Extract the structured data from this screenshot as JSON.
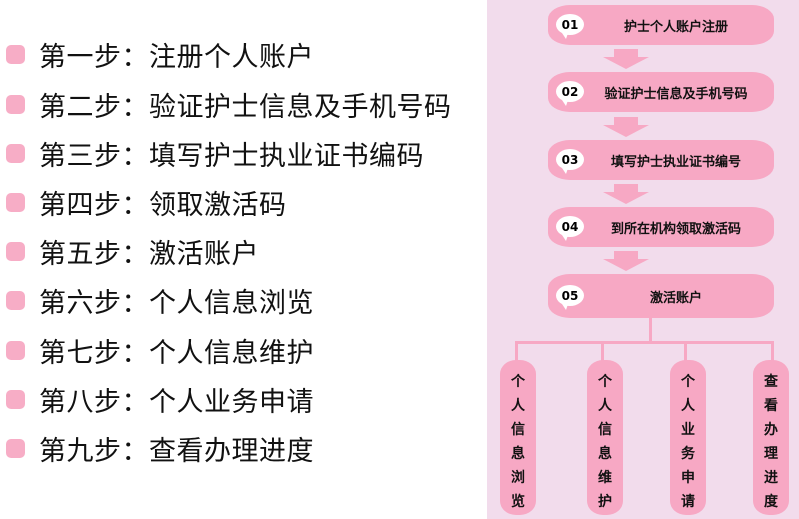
{
  "steps": [
    {
      "label": "第一步：注册个人账户"
    },
    {
      "label": "第二步：验证护士信息及手机号码"
    },
    {
      "label": "第三步：填写护士执业证书编码"
    },
    {
      "label": "第四步：领取激活码"
    },
    {
      "label": "第五步：激活账户"
    },
    {
      "label": "第六步：个人信息浏览"
    },
    {
      "label": "第七步：个人信息维护"
    },
    {
      "label": "第八步：个人业务申请"
    },
    {
      "label": "第九步：查看办理进度"
    }
  ],
  "flow": {
    "boxes": [
      {
        "num": "01",
        "text": "护士个人账户注册"
      },
      {
        "num": "02",
        "text": "验证护士信息及手机号码"
      },
      {
        "num": "03",
        "text": "填写护士执业证书编号"
      },
      {
        "num": "04",
        "text": "到所在机构领取激活码"
      },
      {
        "num": "05",
        "text": "激活账户"
      }
    ],
    "branches": [
      {
        "chars": [
          "个",
          "人",
          "信",
          "息",
          "浏",
          "览"
        ]
      },
      {
        "chars": [
          "个",
          "人",
          "信",
          "息",
          "维",
          "护"
        ]
      },
      {
        "chars": [
          "个",
          "人",
          "业",
          "务",
          "申",
          "请"
        ]
      },
      {
        "chars": [
          "查",
          "看",
          "办",
          "理",
          "进",
          "度"
        ]
      }
    ]
  },
  "colors": {
    "pink": "#f7a8c4",
    "panel_bg": "#f2dcec",
    "bullet": "#f7adc6"
  }
}
